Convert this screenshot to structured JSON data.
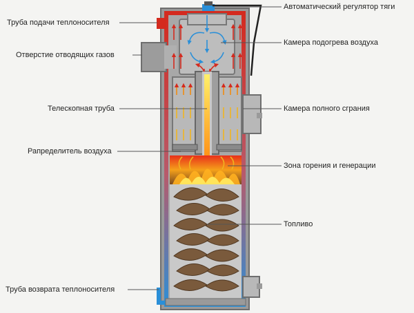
{
  "labels": {
    "draft_regulator": "Автоматический регулятор тяги",
    "supply_pipe": "Труба подачи теплоносителя",
    "preheat_chamber": "Камера подогрева воздуха",
    "flue_outlet": "Отверстие отводящих газов",
    "telescopic_pipe": "Телескопная труба",
    "full_combustion_chamber": "Камера полного сграния",
    "air_distributor": "Рапределитель воздуха",
    "combustion_zone": "Зона горения  и генерации",
    "fuel": "Топливо",
    "return_pipe": "Труба возврата теплоносителя"
  },
  "colors": {
    "hot_water": "#d42a1e",
    "cold_water": "#2a8fd8",
    "casing": "#8c8c8c",
    "inner": "#b4b4b4",
    "fire": "#f08a10",
    "wood": "#7a5a3c",
    "leader_line": "#555555"
  }
}
